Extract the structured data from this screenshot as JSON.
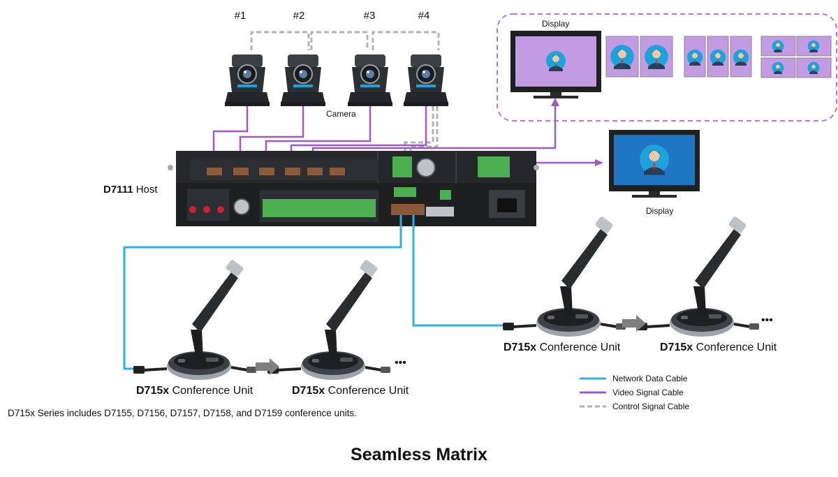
{
  "cameras": [
    {
      "label": "#1"
    },
    {
      "label": "#2"
    },
    {
      "label": "#3"
    },
    {
      "label": "#4"
    }
  ],
  "camera_label": "Camera",
  "display_top_label": "Display",
  "display_right_label": "Display",
  "host": {
    "model": "D7111",
    "suffix": " Host"
  },
  "units": [
    {
      "model": "D715x",
      "suffix": " Conference Unit"
    },
    {
      "model": "D715x",
      "suffix": " Conference Unit"
    },
    {
      "model": "D715x",
      "suffix": " Conference Unit"
    },
    {
      "model": "D715x",
      "suffix": " Conference Unit"
    }
  ],
  "continuation": "•••",
  "legend": [
    {
      "label": "Network Data Cable",
      "color": "#2cb1e1",
      "style": "solid"
    },
    {
      "label": "Video Signal Cable",
      "color": "#9b59c9",
      "style": "solid"
    },
    {
      "label": "Control Signal Cable",
      "color": "#b3b3b3",
      "style": "dashed"
    }
  ],
  "series_note": "D715x Series includes D7155, D7156, D7157, D7158, and D7159 conference units.",
  "title": "Seamless Matrix",
  "colors": {
    "network": "#2cb1e1",
    "video": "#9b59c9",
    "control": "#b3b3b3",
    "layout_bg": "#c9a3e6",
    "screen_bg": "#c39be3",
    "screen_blue": "#1f77c4",
    "terminal_green": "#4caf50"
  }
}
